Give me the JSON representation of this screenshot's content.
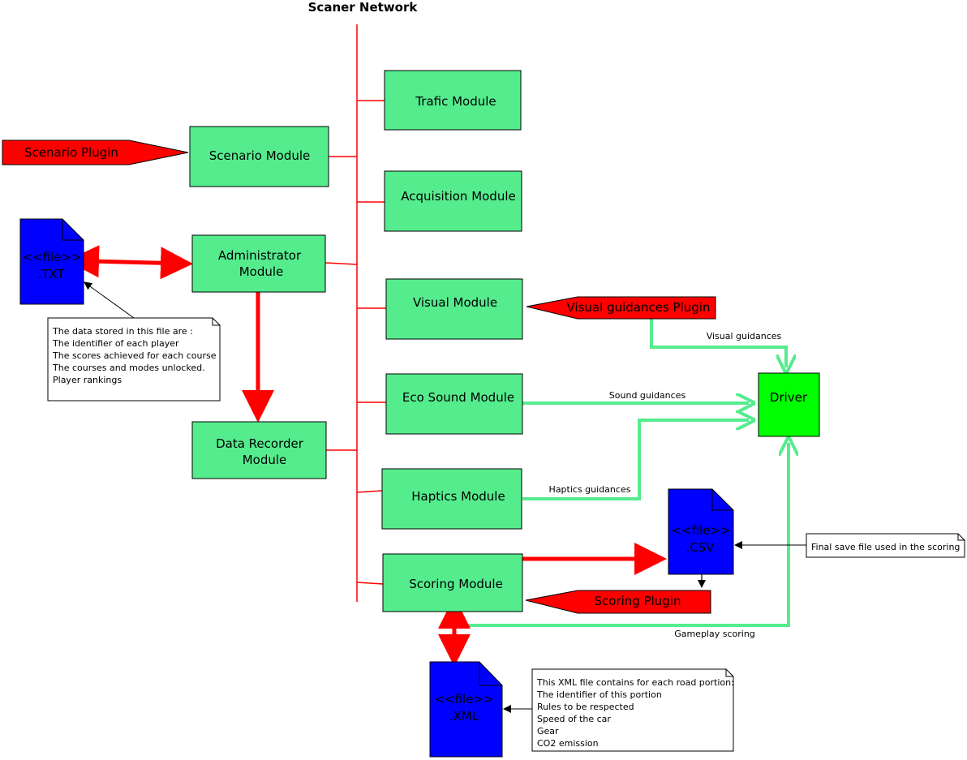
{
  "title": "Scaner Network",
  "colors": {
    "module": "#55ec8e",
    "driver": "#00ff00",
    "file": "#0000ff",
    "plugin": "#ff0000",
    "bus": "#ff0000",
    "guidance": "#55ec8e"
  },
  "modules": {
    "trafic": [
      "Trafic Module"
    ],
    "scenario": [
      "Scenario Module"
    ],
    "acquisition": [
      "Acquisition Module"
    ],
    "administrator": [
      "Administrator",
      "Module"
    ],
    "visual": [
      "Visual Module"
    ],
    "eco_sound": [
      "Eco Sound Module"
    ],
    "data_recorder": [
      "Data Recorder",
      "Module"
    ],
    "haptics": [
      "Haptics Module"
    ],
    "scoring": [
      "Scoring Module"
    ]
  },
  "driver": "Driver",
  "plugins": {
    "scenario": "Scenario Plugin",
    "visual": "Visual guidances Plugin",
    "scoring": "Scoring Plugin"
  },
  "files": {
    "txt": [
      "<<file>>",
      ".TXT"
    ],
    "csv": [
      "<<file>>",
      ".CSV"
    ],
    "xml": [
      "<<file>>",
      ".XML"
    ]
  },
  "edge_labels": {
    "visual": "Visual guidances",
    "sound": "Sound guidances",
    "haptics": "Haptics guidances",
    "gameplay": "Gameplay scoring"
  },
  "notes": {
    "txt": [
      "The data stored in this file are :",
      "The identifier of each player",
      "The scores achieved for each course",
      "The courses and modes unlocked.",
      "Player rankings"
    ],
    "csv": [
      "Final save file used in the scoring"
    ],
    "xml": [
      "This XML file contains for each road portion:",
      "The identifier of this portion",
      "Rules to be respected",
      "Speed of the car",
      "Gear",
      "CO2 emission"
    ]
  }
}
